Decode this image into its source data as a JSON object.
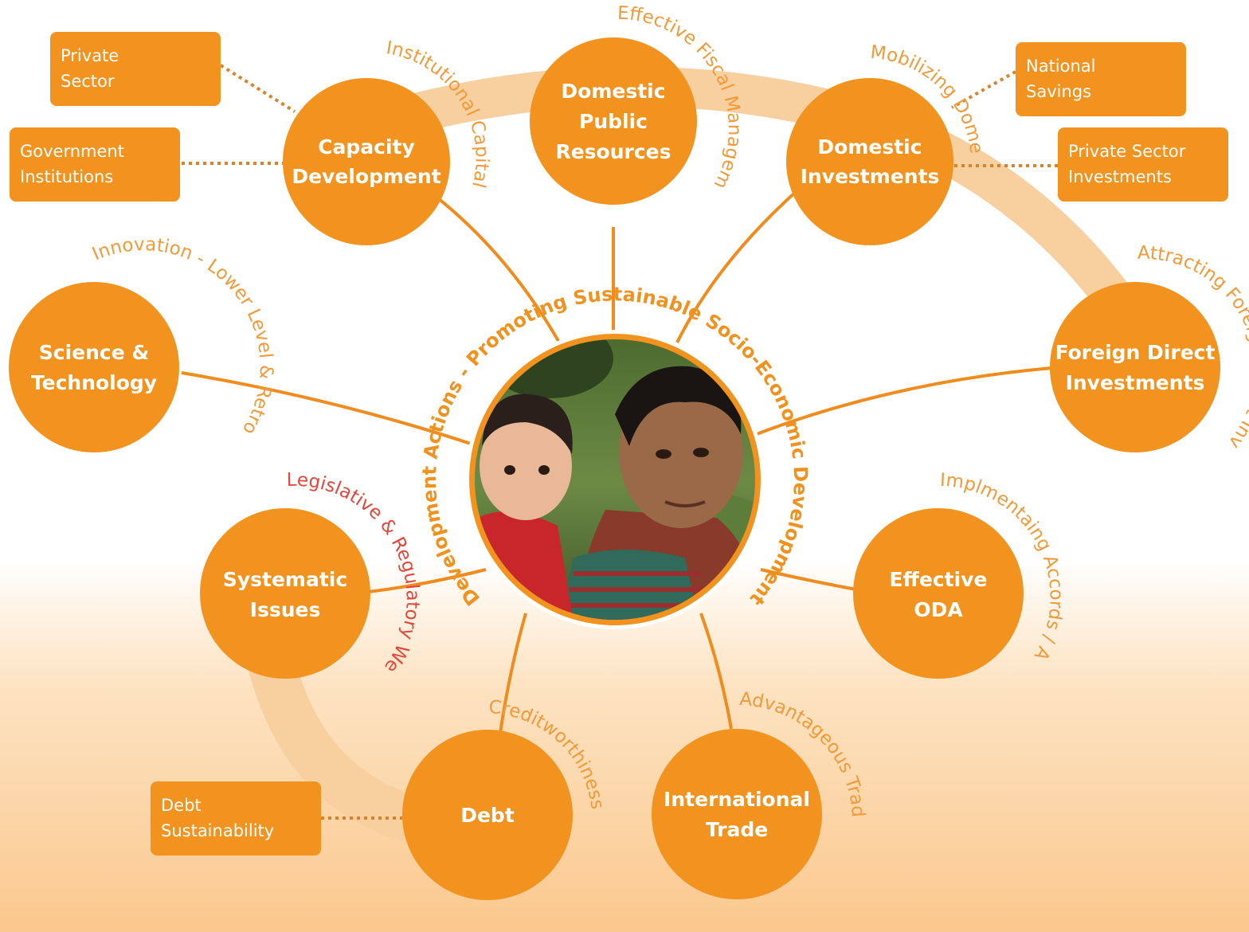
{
  "colors": {
    "node": "#f3931f",
    "band": "#f8cf9f",
    "line": "#ef8c1d",
    "arc_text": "#f19a3a",
    "arc_text_alert": "#e3463a",
    "center_text": "#f0921f"
  },
  "center": {
    "photo_alt": "photo-of-man-carrying-child",
    "arc_label": "Development Actions - Promoting Sustainable Socio-Economic Development"
  },
  "nodes": {
    "capacity": {
      "lines": [
        "Capacity",
        "Development"
      ],
      "arc": "Institutional Capital"
    },
    "domestic_public": {
      "lines": [
        "Domestic",
        "Public",
        "Resources"
      ],
      "arc": "Effective Fiscal Management and Transfer"
    },
    "domestic_investments": {
      "lines": [
        "Domestic",
        "Investments"
      ],
      "arc": "Mobilizing Domestic Financial Resources"
    },
    "science": {
      "lines": [
        "Science &",
        "Technology"
      ],
      "arc": "Innovation - Lower Level & Retro"
    },
    "fdi": {
      "lines": [
        "Foreign Direct",
        "Investments"
      ],
      "arc": "Attracting Foreign Direct Investments"
    },
    "systematic": {
      "lines": [
        "Systematic",
        "Issues"
      ],
      "arc": "Legislative & Regulatory Weakness / Corruption"
    },
    "oda": {
      "lines": [
        "Effective",
        "ODA"
      ],
      "arc": "Implmentaing Accords / Allogning ODA"
    },
    "debt": {
      "lines": [
        "Debt"
      ],
      "arc": "Creditworthiness"
    },
    "trade": {
      "lines": [
        "International",
        "Trade"
      ],
      "arc": "Advantageous Trade Agreements"
    }
  },
  "boxes": {
    "private_sector": [
      "Private",
      "Sector"
    ],
    "government_institutions": [
      "Government",
      "Institutions"
    ],
    "national_savings": [
      "National",
      "Savings"
    ],
    "private_sector_investments": [
      "Private Sector",
      "Investments"
    ],
    "debt_sustainability": [
      "Debt",
      "Sustainability"
    ]
  }
}
